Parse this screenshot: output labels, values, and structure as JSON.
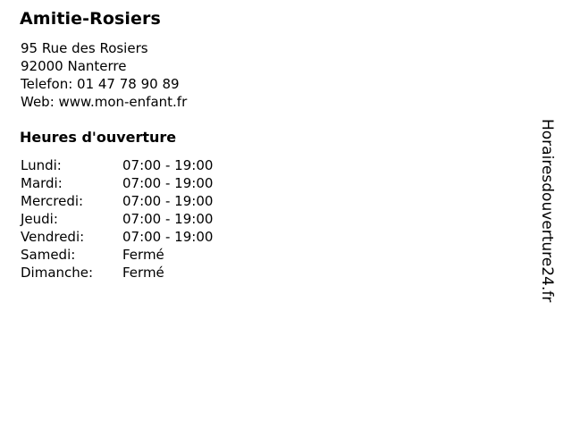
{
  "business": {
    "name": "Amitie-Rosiers",
    "address": [
      "95 Rue des Rosiers",
      "92000 Nanterre",
      "Telefon: 01 47 78 90 89",
      "Web: www.mon-enfant.fr"
    ],
    "street": "95 Rue des Rosiers",
    "city": "92000 Nanterre",
    "phone_line": "Telefon: 01 47 78 90 89",
    "web_line": "Web: www.mon-enfant.fr"
  },
  "hours": {
    "heading": "Heures d'ouverture",
    "rows": [
      {
        "day": "Lundi:",
        "value": "07:00 - 19:00"
      },
      {
        "day": "Mardi:",
        "value": "07:00 - 19:00"
      },
      {
        "day": "Mercredi:",
        "value": "07:00 - 19:00"
      },
      {
        "day": "Jeudi:",
        "value": "07:00 - 19:00"
      },
      {
        "day": "Vendredi:",
        "value": "07:00 - 19:00"
      },
      {
        "day": "Samedi:",
        "value": "Fermé"
      },
      {
        "day": "Dimanche:",
        "value": "Fermé"
      }
    ]
  },
  "watermark": {
    "text": "Horairesdouverture24.fr"
  },
  "colors": {
    "background": "#ffffff",
    "text": "#000000"
  }
}
